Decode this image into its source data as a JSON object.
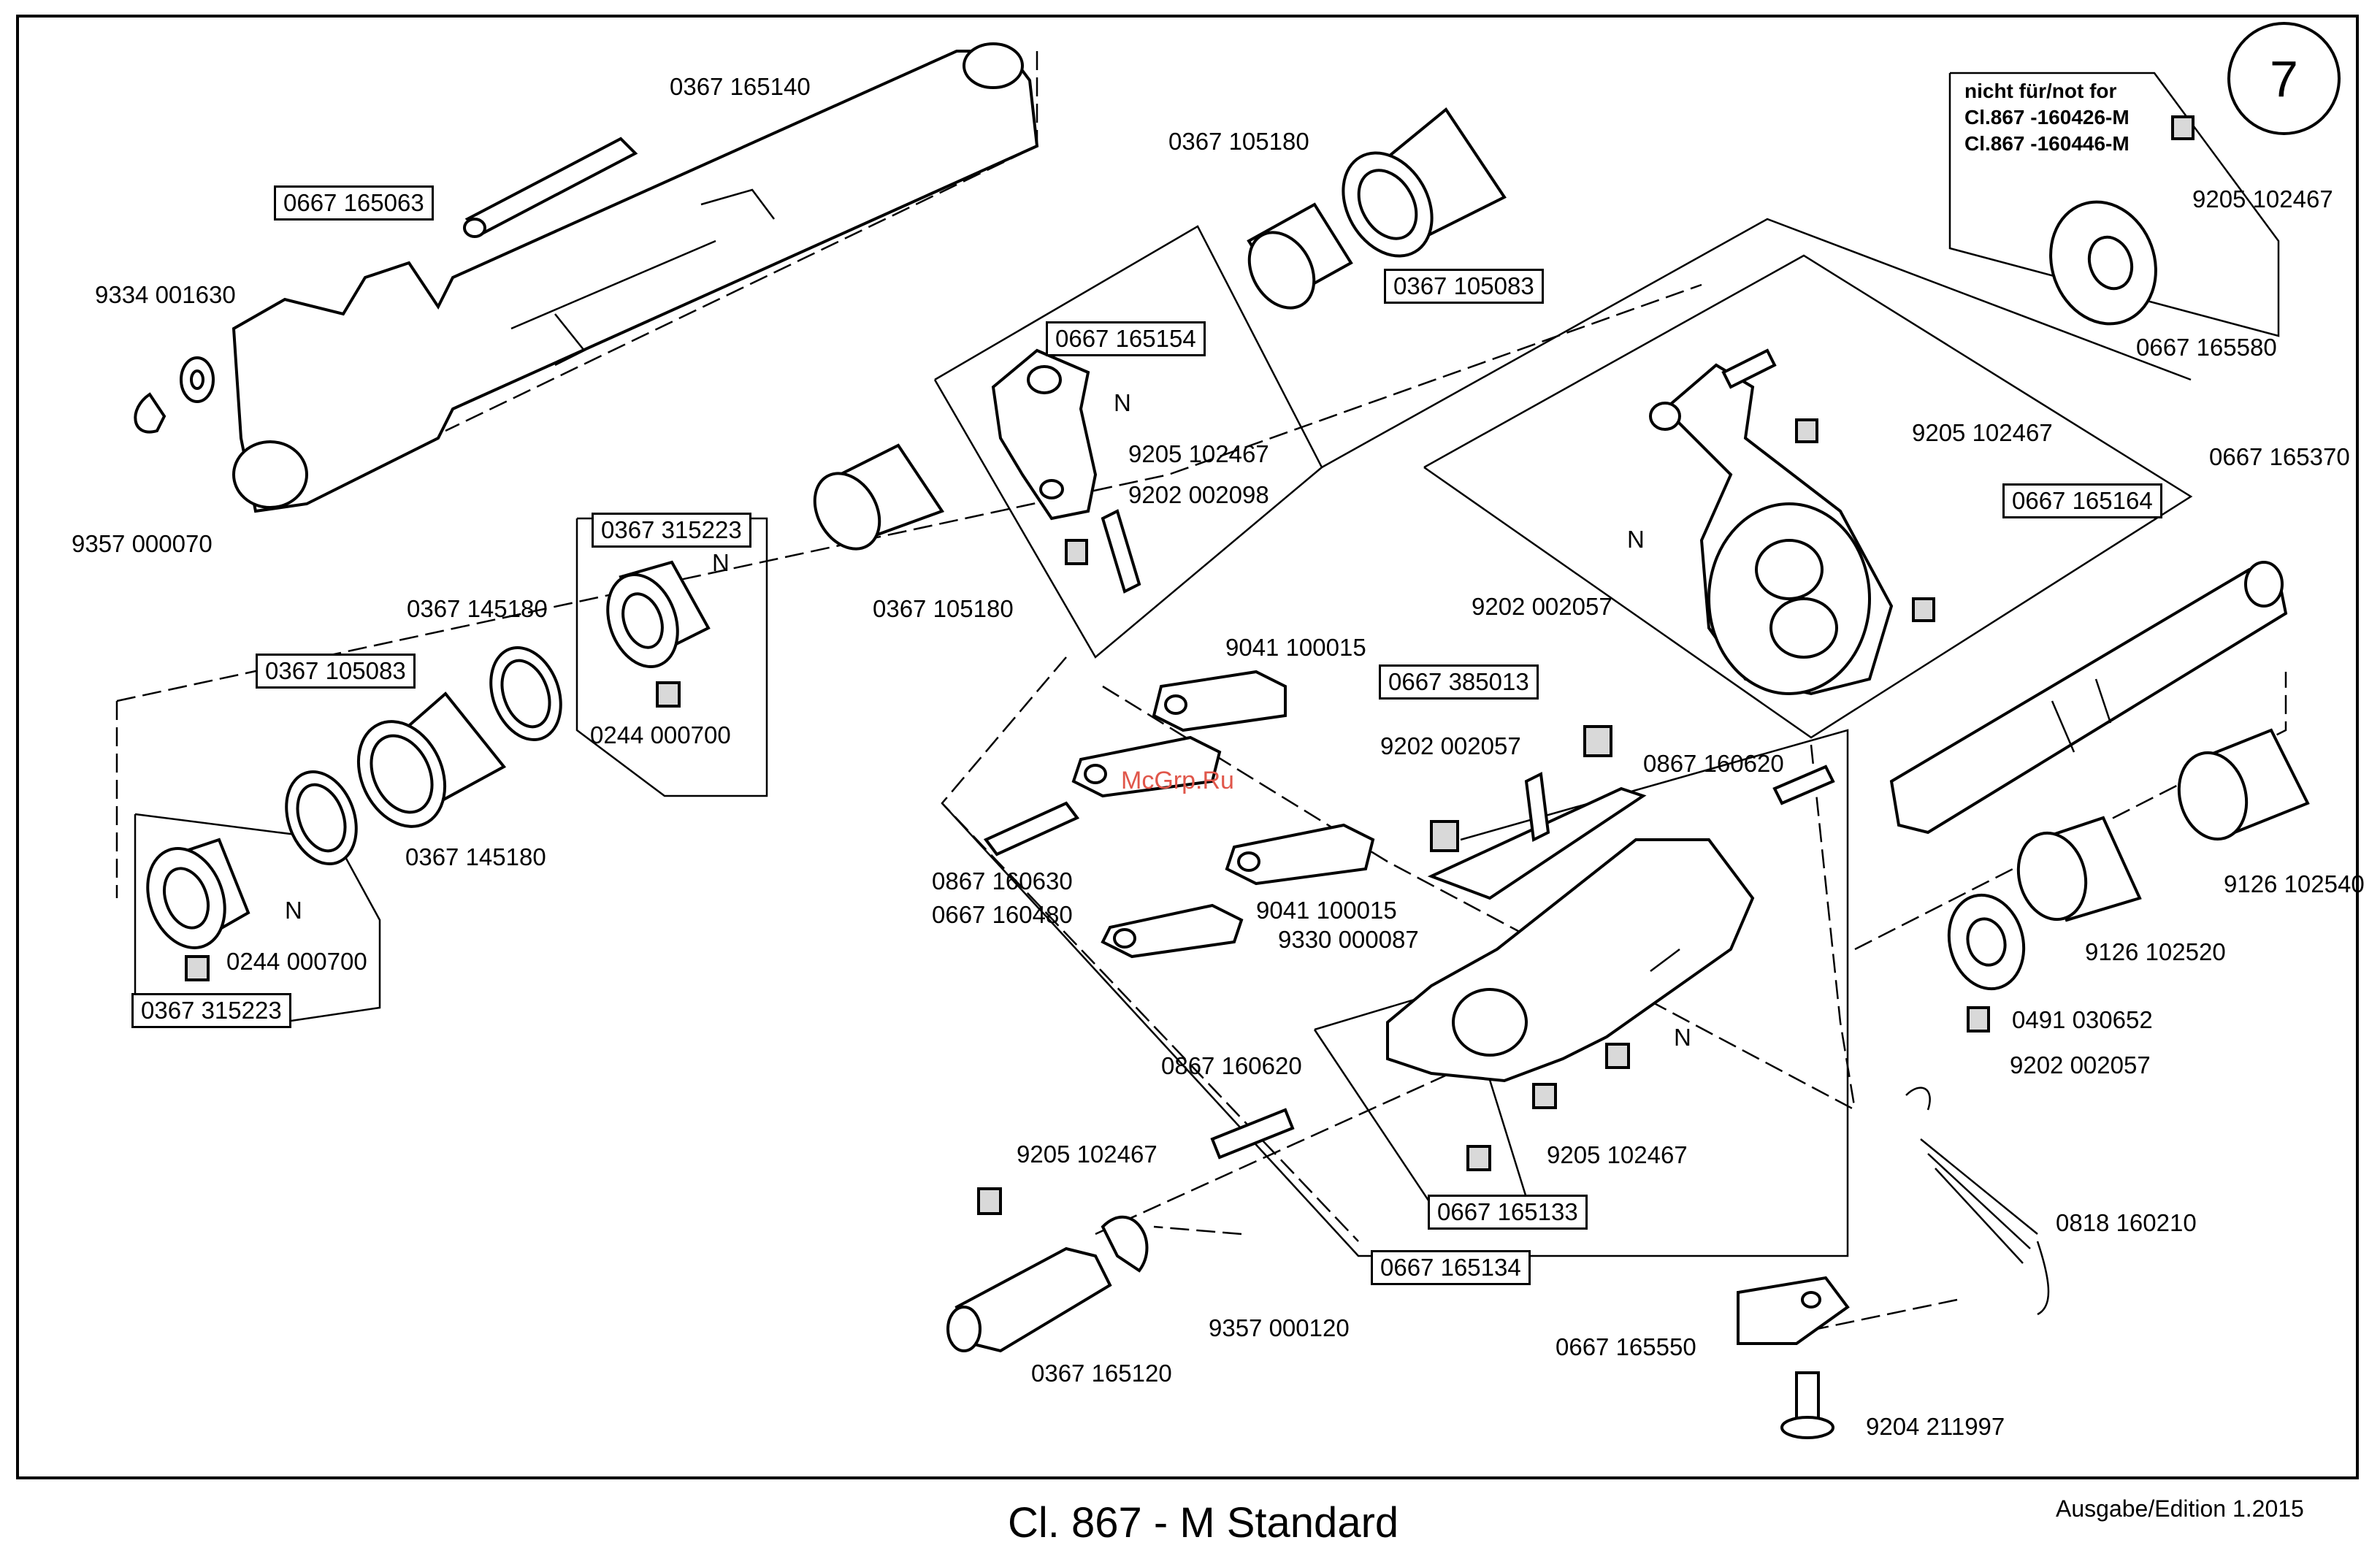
{
  "page": {
    "title": "Cl. 867 - M Standard",
    "edition": "Ausgabe/Edition   1.2015",
    "number": "7",
    "watermark": "McGrp.Ru"
  },
  "note": {
    "line1": "nicht für/not for",
    "line2": "Cl.867 -160426-M",
    "line3": "Cl.867 -160446-M"
  },
  "labels": [
    {
      "id": "l01",
      "text": "0367 165140",
      "boxed": false
    },
    {
      "id": "l02",
      "text": "0667 165063",
      "boxed": true
    },
    {
      "id": "l03",
      "text": "9334 001630",
      "boxed": false
    },
    {
      "id": "l04",
      "text": "9357 000070",
      "boxed": false
    },
    {
      "id": "l05",
      "text": "0367 105180",
      "boxed": false
    },
    {
      "id": "l06",
      "text": "0367 105083",
      "boxed": true
    },
    {
      "id": "l07",
      "text": "0667 165154",
      "boxed": true
    },
    {
      "id": "l08",
      "text": "N",
      "boxed": false
    },
    {
      "id": "l09",
      "text": "9205 102467",
      "boxed": false
    },
    {
      "id": "l10",
      "text": "9202 002098",
      "boxed": false
    },
    {
      "id": "l11",
      "text": "0367 315223",
      "boxed": true
    },
    {
      "id": "l12",
      "text": "N",
      "boxed": false
    },
    {
      "id": "l13",
      "text": "0367 145180",
      "boxed": false
    },
    {
      "id": "l14",
      "text": "0367 105180",
      "boxed": false
    },
    {
      "id": "l15",
      "text": "0367 105083",
      "boxed": true
    },
    {
      "id": "l16",
      "text": "0244 000700",
      "boxed": false
    },
    {
      "id": "l17",
      "text": "0367 145180",
      "boxed": false
    },
    {
      "id": "l18",
      "text": "N",
      "boxed": false
    },
    {
      "id": "l19",
      "text": "0244 000700",
      "boxed": false
    },
    {
      "id": "l20",
      "text": "0367 315223",
      "boxed": true
    },
    {
      "id": "l21",
      "text": "9205 102467",
      "boxed": false
    },
    {
      "id": "l22",
      "text": "0667 165580",
      "boxed": false
    },
    {
      "id": "l23",
      "text": "9205 102467",
      "boxed": false
    },
    {
      "id": "l24",
      "text": "0667 165164",
      "boxed": true
    },
    {
      "id": "l25",
      "text": "N",
      "boxed": false
    },
    {
      "id": "l26",
      "text": "0667 165370",
      "boxed": false
    },
    {
      "id": "l27",
      "text": "9041 100015",
      "boxed": false
    },
    {
      "id": "l28",
      "text": "9202 002057",
      "boxed": false
    },
    {
      "id": "l29",
      "text": "0667 385013",
      "boxed": true
    },
    {
      "id": "l30",
      "text": "9202 002057",
      "boxed": false
    },
    {
      "id": "l31",
      "text": "0867 160620",
      "boxed": false
    },
    {
      "id": "l32",
      "text": "0867 160630",
      "boxed": false
    },
    {
      "id": "l33",
      "text": "0667 160480",
      "boxed": false
    },
    {
      "id": "l34",
      "text": "9041 100015",
      "boxed": false
    },
    {
      "id": "l35",
      "text": "9330 000087",
      "boxed": false
    },
    {
      "id": "l36",
      "text": "9126 102540",
      "boxed": false
    },
    {
      "id": "l37",
      "text": "9126 102520",
      "boxed": false
    },
    {
      "id": "l38",
      "text": "0491 030652",
      "boxed": false
    },
    {
      "id": "l39",
      "text": "9202 002057",
      "boxed": false
    },
    {
      "id": "l40",
      "text": "N",
      "boxed": false
    },
    {
      "id": "l41",
      "text": "0867 160620",
      "boxed": false
    },
    {
      "id": "l42",
      "text": "9205 102467",
      "boxed": false
    },
    {
      "id": "l43",
      "text": "9205 102467",
      "boxed": false
    },
    {
      "id": "l44",
      "text": "0667 165133",
      "boxed": true
    },
    {
      "id": "l45",
      "text": "0667 165134",
      "boxed": true
    },
    {
      "id": "l46",
      "text": "0818 160210",
      "boxed": false
    },
    {
      "id": "l47",
      "text": "9357 000120",
      "boxed": false
    },
    {
      "id": "l48",
      "text": "0367 165120",
      "boxed": false
    },
    {
      "id": "l49",
      "text": "0667 165550",
      "boxed": false
    },
    {
      "id": "l50",
      "text": "9204 211997",
      "boxed": false
    }
  ]
}
